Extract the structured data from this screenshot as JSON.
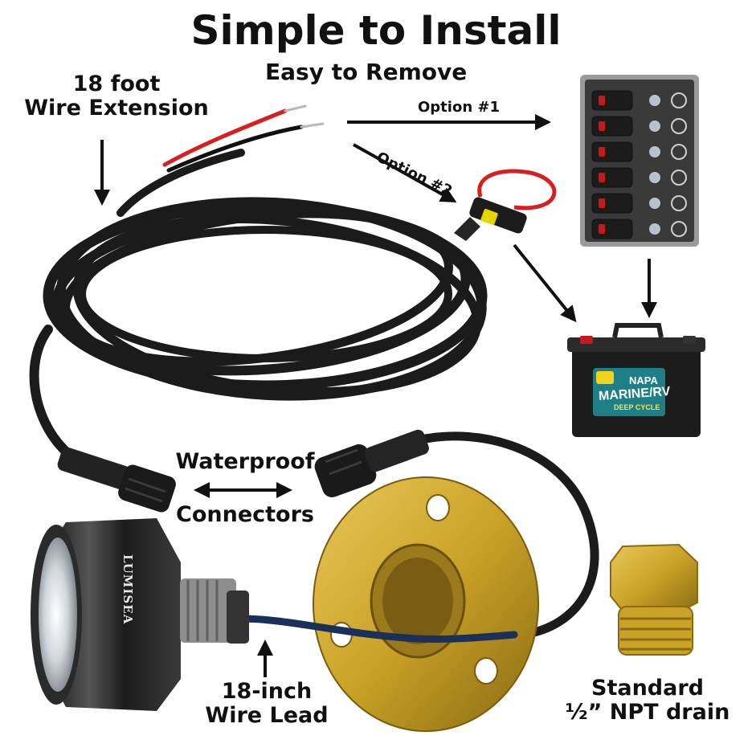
{
  "title": "Simple to Install",
  "subtitle": "Easy to Remove",
  "labels": {
    "extension_line1": "18 foot",
    "extension_line2": "Wire Extension",
    "option1": "Option #1",
    "option2": "Option #2",
    "waterproof": "Waterproof",
    "connectors": "Connectors",
    "lead_line1": "18-inch",
    "lead_line2": "Wire Lead",
    "drain_line1": "Standard",
    "drain_line2": "½” NPT drain"
  },
  "product": {
    "light_brand": "LUMISEA",
    "battery_brand": "NAPA",
    "battery_model": "MARINE/RV",
    "battery_type": "DEEP CYCLE"
  },
  "colors": {
    "cable": "#1b1b1b",
    "brass": "#c9a227",
    "battery_label": "#1e7f86",
    "wire_red": "#d81f1f",
    "wire_black": "#111111",
    "lead_wire": "#1a2f5a"
  },
  "icons": [
    "arrow-down-icon",
    "arrow-right-icon",
    "arrow-double-icon",
    "arrow-up-icon"
  ]
}
